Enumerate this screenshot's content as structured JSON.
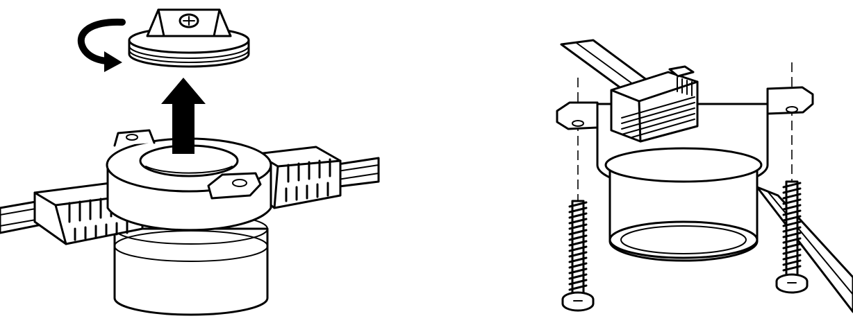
{
  "illustration": {
    "step_left": {
      "lift_arrow": "up-arrow",
      "rotate_arrow": "counterclockwise-arrow"
    },
    "step_right": {
      "screws": 2
    }
  }
}
